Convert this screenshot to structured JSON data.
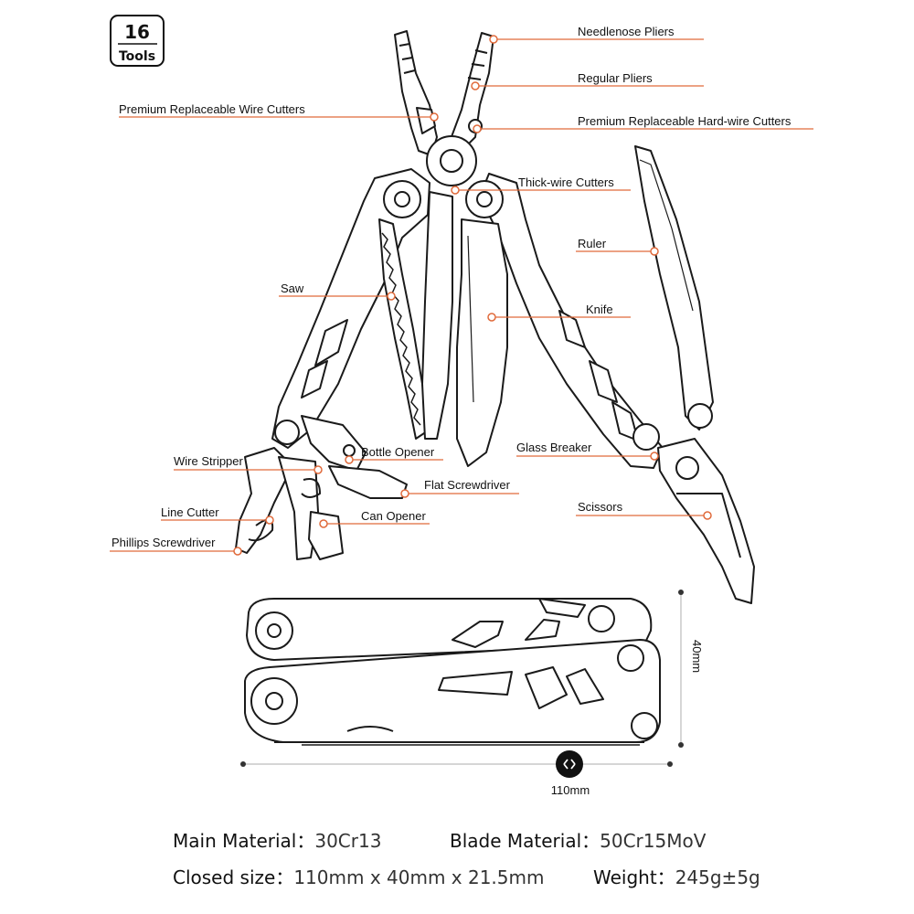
{
  "badge": {
    "count": "16",
    "label": "Tools"
  },
  "callouts": [
    {
      "id": "needlenose-pliers",
      "label": "Needlenose Pliers"
    },
    {
      "id": "regular-pliers",
      "label": "Regular Pliers"
    },
    {
      "id": "wire-cutters",
      "label": "Premium Replaceable Wire Cutters"
    },
    {
      "id": "hard-wire-cutters",
      "label": "Premium Replaceable Hard-wire Cutters"
    },
    {
      "id": "thick-wire-cutters",
      "label": "Thick-wire Cutters"
    },
    {
      "id": "ruler",
      "label": "Ruler"
    },
    {
      "id": "saw",
      "label": "Saw"
    },
    {
      "id": "knife",
      "label": "Knife"
    },
    {
      "id": "bottle-opener",
      "label": "Bottle Opener"
    },
    {
      "id": "glass-breaker",
      "label": "Glass Breaker"
    },
    {
      "id": "wire-stripper",
      "label": "Wire Stripper"
    },
    {
      "id": "flat-screwdriver",
      "label": "Flat Screwdriver"
    },
    {
      "id": "scissors",
      "label": "Scissors"
    },
    {
      "id": "line-cutter",
      "label": "Line Cutter"
    },
    {
      "id": "can-opener",
      "label": "Can Opener"
    },
    {
      "id": "phillips-screwdriver",
      "label": "Phillips Screwdriver"
    }
  ],
  "dimensions": {
    "height": "40mm",
    "width": "110mm"
  },
  "specs": {
    "main_material_label": "Main Material：",
    "main_material_value": "30Cr13",
    "blade_material_label": "Blade Material：",
    "blade_material_value": "50Cr15MoV",
    "closed_size_label": "Closed size：",
    "closed_size_value": "110mm x 40mm x 21.5mm",
    "weight_label": "Weight：",
    "weight_value": "245g±5g"
  },
  "colors": {
    "accent": "#e06a3b",
    "line": "#1a1a1a"
  }
}
